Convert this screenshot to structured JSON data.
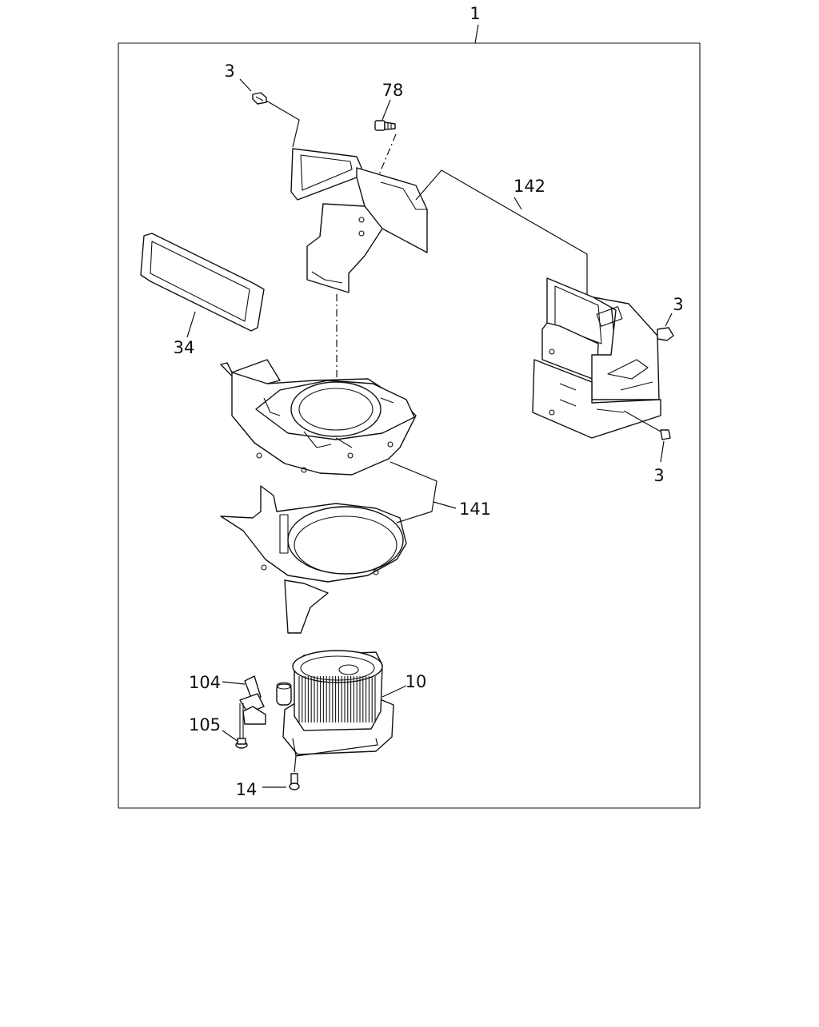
{
  "callouts": {
    "assembly": "1",
    "clip_upper_left": "3",
    "clip_right_upper": "3",
    "clip_right_lower": "3",
    "bolt_top": "78",
    "duct_unit": "142",
    "filter_seal": "34",
    "case_set": "141",
    "blower_motor": "10",
    "resistor": "104",
    "resistor_screw": "105",
    "motor_screw": "14"
  }
}
